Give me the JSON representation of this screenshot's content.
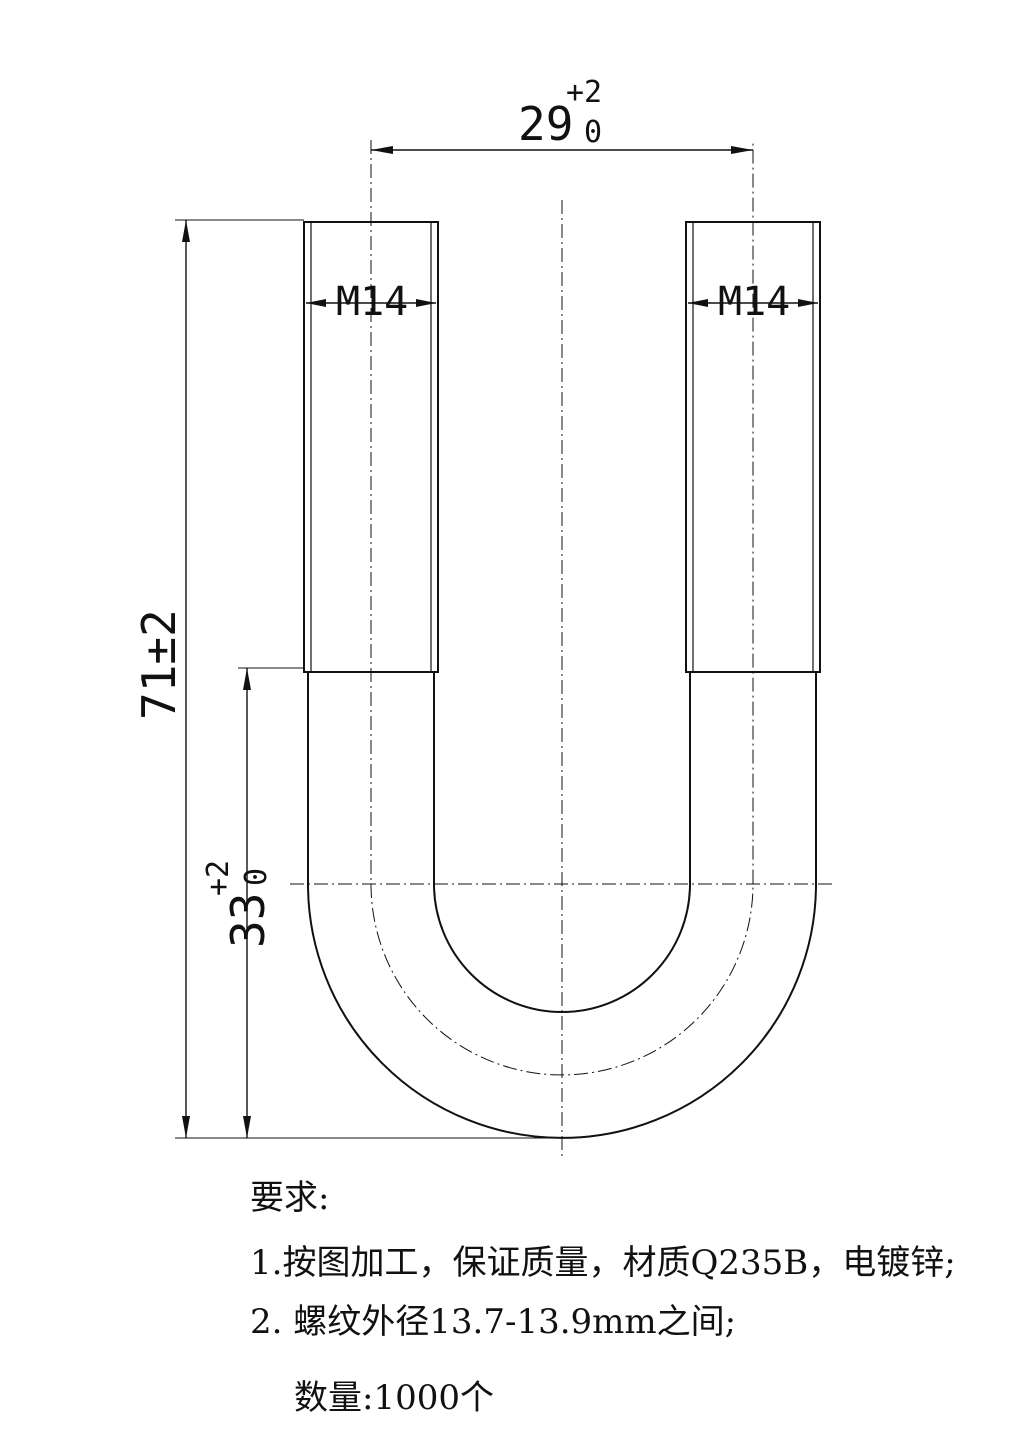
{
  "drawing": {
    "dim_width": {
      "value": "29",
      "tol_upper": "+2",
      "tol_lower": "0"
    },
    "thread_left": "M14",
    "thread_right": "M14",
    "dim_total_height": "71±2",
    "dim_center_height": {
      "value": "33",
      "tol_upper": "+2",
      "tol_lower": "0"
    }
  },
  "notes": {
    "heading": "要求:",
    "items": [
      "1.按图加工，保证质量，材质Q235B，电镀锌;",
      "2. 螺纹外径13.7-13.9mm之间;"
    ],
    "quantity": "数量:1000个"
  },
  "colors": {
    "line": "#111111",
    "background": "#ffffff"
  }
}
